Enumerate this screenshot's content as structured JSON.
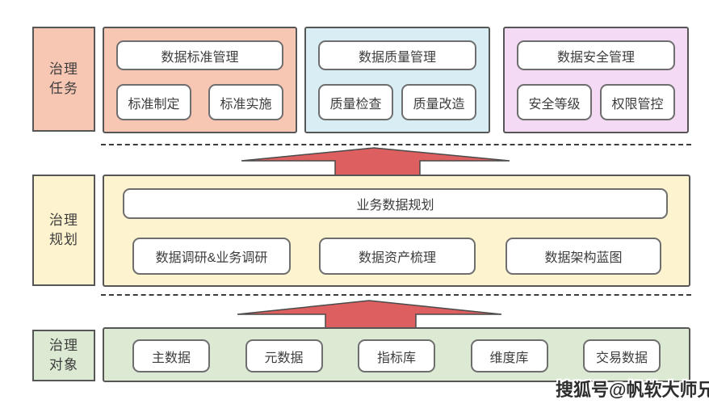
{
  "colors": {
    "salmon": "#f8c7b4",
    "blue": "#d9edf5",
    "purple": "#f4daf4",
    "yellow": "#fdf3cf",
    "green": "#dcead3",
    "arrow": "#dd5f5f",
    "panel_border": "#565656",
    "box_border": "#6e6e6e",
    "text": "#3d3d3d"
  },
  "sidebars": {
    "tasks": {
      "line1": "治理",
      "line2": "任务"
    },
    "planning": {
      "line1": "治理",
      "line2": "规划"
    },
    "objects": {
      "line1": "治理",
      "line2": "对象"
    }
  },
  "tasks_row": {
    "panels": [
      {
        "header": "数据标准管理",
        "items": [
          "标准制定",
          "标准实施"
        ]
      },
      {
        "header": "数据质量管理",
        "items": [
          "质量检查",
          "质量改造"
        ]
      },
      {
        "header": "数据安全管理",
        "items": [
          "安全等级",
          "权限管控"
        ]
      }
    ]
  },
  "planning_row": {
    "header": "业务数据规划",
    "items": [
      "数据调研&业务调研",
      "数据资产梳理",
      "数据架构蓝图"
    ]
  },
  "objects_row": {
    "items": [
      "主数据",
      "元数据",
      "指标库",
      "维度库",
      "交易数据"
    ]
  },
  "icons": {
    "up_arrow": "upward flow arrow"
  },
  "watermark": "搜狐号@帆软大师兄"
}
